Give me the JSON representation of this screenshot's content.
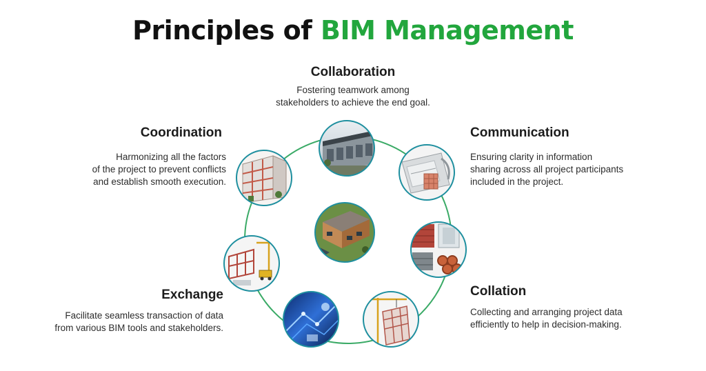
{
  "title": {
    "part1": "Principles of ",
    "part2": "BIM Management"
  },
  "colors": {
    "accent_green": "#22a63d",
    "ring": "#3aaa66",
    "circle_border": "#1e8f9f"
  },
  "principles": [
    {
      "heading": "Collaboration",
      "lines": [
        "Fostering teamwork among",
        "stakeholders to achieve the end goal."
      ],
      "image_icon": "building-render-icon"
    },
    {
      "heading": "Communication",
      "lines": [
        "Ensuring clarity in information",
        "sharing across all project participants",
        "included in the project."
      ],
      "image_icon": "blueprint-drawings-icon"
    },
    {
      "heading": "Collation",
      "lines": [
        "Collecting and arranging project data",
        "efficiently to help in decision-making."
      ],
      "image_icon": "building-materials-icon"
    },
    {
      "heading": "Exchange",
      "lines": [
        "Facilitate seamless transaction of data",
        "from various BIM tools and stakeholders."
      ],
      "image_icon": "data-exchange-icon"
    },
    {
      "heading": "Coordination",
      "lines": [
        "Harmonizing all the factors",
        "of the project to prevent conflicts",
        "and establish smooth execution."
      ],
      "image_icon": "building-frame-icon"
    }
  ]
}
